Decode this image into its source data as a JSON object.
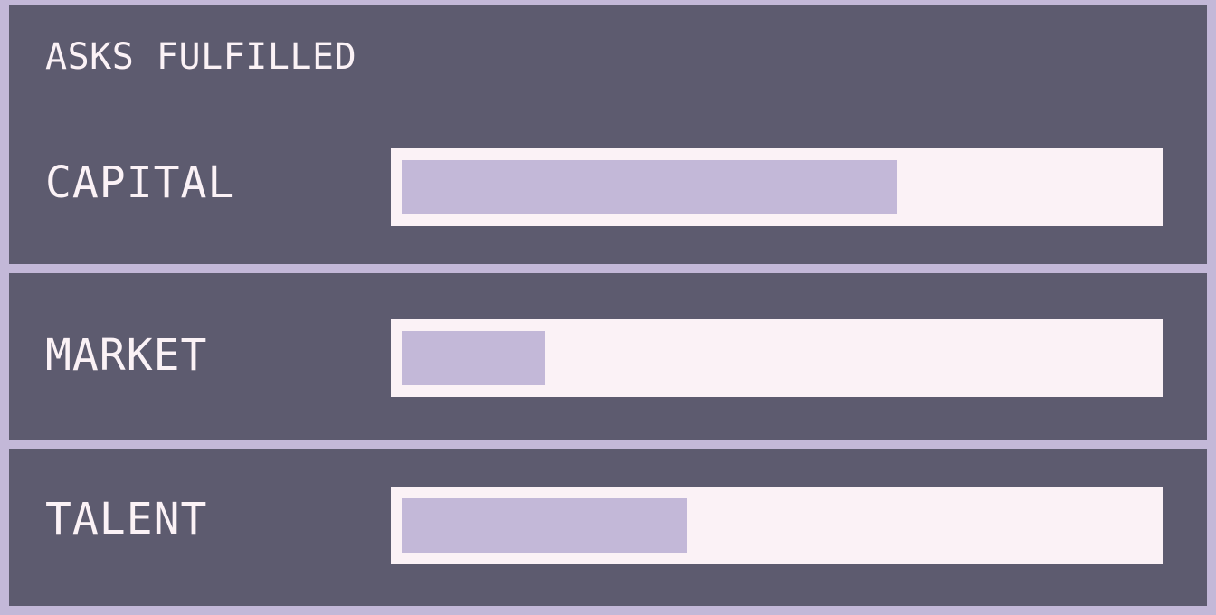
{
  "widget": {
    "heading": "ASKS FULFILLED",
    "colors": {
      "panel_background": "#5d5b6f",
      "border": "#c3b8d8",
      "track": "#fbf2f6",
      "fill": "#c3b8d8",
      "text": "#fbf2f6"
    },
    "rows": [
      {
        "label": "CAPITAL",
        "progress": 0.66
      },
      {
        "label": "MARKET",
        "progress": 0.19
      },
      {
        "label": "TALENT",
        "progress": 0.38
      }
    ]
  }
}
